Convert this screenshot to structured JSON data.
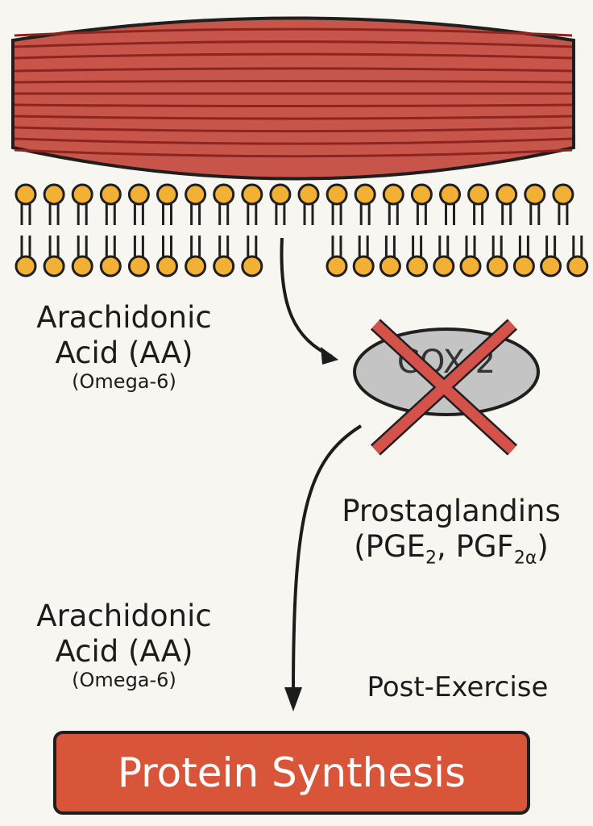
{
  "membrane": {
    "top_count": 20,
    "bottom_left_count": 9,
    "bottom_right_count": 10
  },
  "labels": {
    "aa_top_line1": "Arachidonic",
    "aa_top_line2": "Acid (AA)",
    "aa_top_sub": "(Omega-6)",
    "aa_bottom_line1": "Arachidonic",
    "aa_bottom_line2": "Acid (AA)",
    "aa_bottom_sub": "(Omega-6)",
    "prostaglandins_line1": "Prostaglandins",
    "prostaglandins_pge": "PGE",
    "prostaglandins_pge_sub": "2",
    "prostaglandins_sep": ", ",
    "prostaglandins_pgf": "PGF",
    "prostaglandins_pgf_sub": "2α",
    "post_exercise": "Post-Exercise",
    "enzyme": "COX-2",
    "protein_synthesis": "Protein Synthesis"
  },
  "colors": {
    "muscle": "#c8554a",
    "muscle_stripe": "#8c2420",
    "lipid_head": "#f2b134",
    "enzyme_fill": "#c4c4c4",
    "inhibit_x": "#d5524a",
    "protein_box": "#d8553a"
  }
}
